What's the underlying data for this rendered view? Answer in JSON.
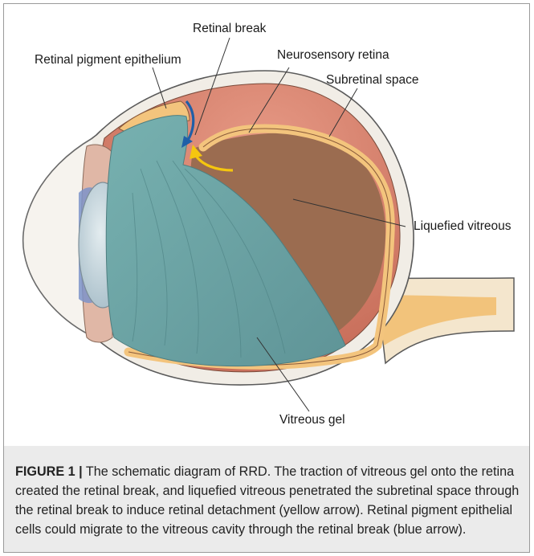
{
  "labels": {
    "retinal_break": "Retinal break",
    "rpe": "Retinal pigment epithelium",
    "neurosensory_retina": "Neurosensory retina",
    "subretinal_space": "Subretinal space",
    "liquefied_vitreous": "Liquefied vitreous",
    "vitreous_gel": "Vitreous gel"
  },
  "caption": {
    "figure_label": "FIGURE 1 |",
    "text": " The schematic diagram of RRD. The traction of vitreous gel onto the retina created the retinal break, and liquefied vitreous penetrated the subretinal space through the retinal break to induce retinal detachment (yellow arrow). Retinal pigment epithelial cells could migrate to the vitreous cavity through the retinal break (blue arrow)."
  },
  "colors": {
    "retina_salmon": "#d9856f",
    "subretinal_brown": "#9a6a4e",
    "vitreous_gel": "#6fa7a8",
    "retina_yellow": "#f4c47a",
    "yellow_arrow": "#f5c60f",
    "blue_arrow": "#1f5fa8",
    "lens": "#c9d8df"
  }
}
